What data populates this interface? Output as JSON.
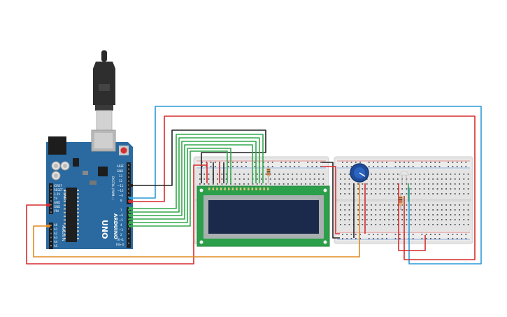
{
  "board": {
    "brand": "ARDUINO",
    "model": "UNO",
    "power_pins": [
      "IOREF",
      "RESET",
      "3.3V",
      "5V",
      "GND",
      "GND",
      "VIN"
    ],
    "power_label": "POWER",
    "analog_pins": [
      "A0",
      "A1",
      "A2",
      "A3",
      "A4",
      "A5"
    ],
    "analog_label": "ANALOG IN",
    "top_pins": [
      "AREF",
      "GND",
      "13",
      "12",
      "~11",
      "~10",
      "~9",
      "8"
    ],
    "bottom_pins": [
      "7",
      "~6",
      "~5",
      "4",
      "~3",
      "2",
      "TX→1",
      "RX←0"
    ],
    "digital_label": "DIGITAL (PWM~)"
  },
  "colors": {
    "board": "#2a6aa0",
    "lcd_pcb": "#2c9f4a",
    "lcd_screen": "#1b2a4a",
    "wire_red": "#d62b2b",
    "wire_green": "#31a84a",
    "wire_blue": "#2a9ad6",
    "wire_black": "#222222",
    "wire_orange": "#e08a1e",
    "breadboard": "#e7e7e7"
  },
  "icons": [
    "usb-plug-icon",
    "potentiometer-icon",
    "led-icon",
    "resistor-icon"
  ]
}
